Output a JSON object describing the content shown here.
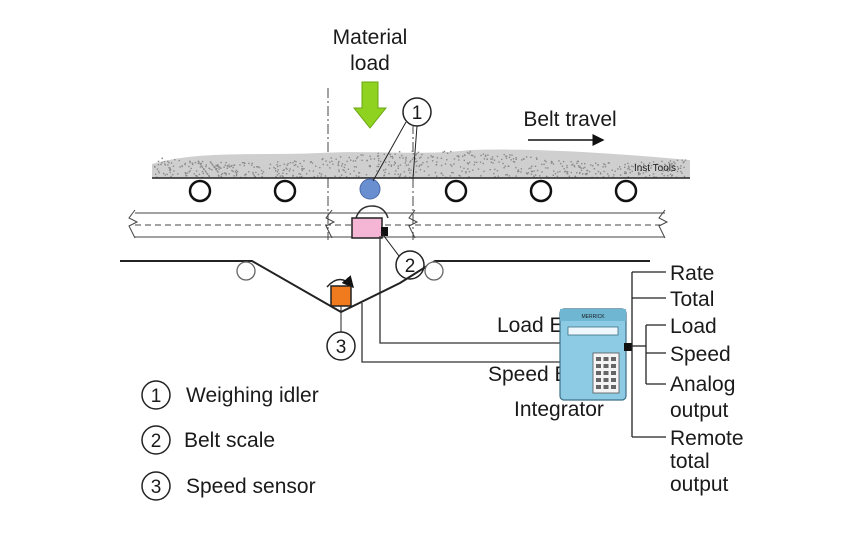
{
  "material_load": {
    "line1": "Material",
    "line2": "load"
  },
  "belt_travel": "Belt travel",
  "watermark": "Inst Tools",
  "callouts": [
    "1",
    "2",
    "3"
  ],
  "integrator": {
    "label": "Integrator",
    "load_input": "Load E",
    "speed_input": "Speed E",
    "brand_logo": "MERRICK"
  },
  "outputs": [
    {
      "lines": [
        "Rate"
      ]
    },
    {
      "lines": [
        "Total"
      ]
    },
    {
      "lines": [
        "Load"
      ]
    },
    {
      "lines": [
        "Speed"
      ]
    },
    {
      "lines": [
        "Analog",
        "output"
      ]
    },
    {
      "lines": [
        "Remote",
        "total",
        "output"
      ]
    }
  ],
  "legend": [
    {
      "num": "1",
      "text": "Weighing idler"
    },
    {
      "num": "2",
      "text": "Belt scale"
    },
    {
      "num": "3",
      "text": "Speed sensor"
    }
  ],
  "colors": {
    "arrow_green": "#8fd21f",
    "weighing_idler": "#6a8fd0",
    "belt_scale": "#f5b6d6",
    "speed_sensor": "#f07a1e",
    "integrator_body": "#8ccbe3"
  }
}
